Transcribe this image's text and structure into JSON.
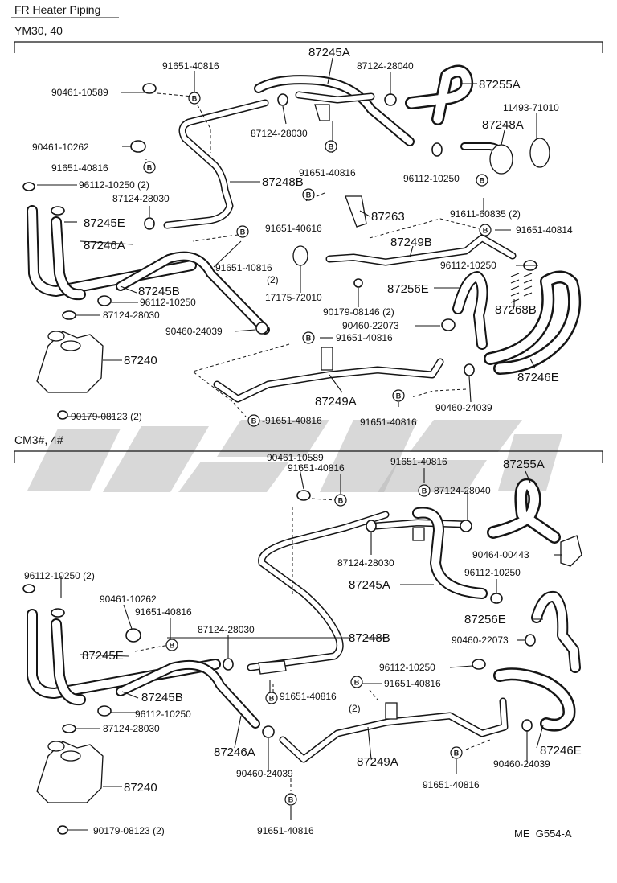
{
  "header": {
    "title": "FR Heater Piping",
    "section_top": "YM30, 40",
    "section_bottom": "CM3#, 4#"
  },
  "bolt_marker": "B",
  "footer": {
    "code": "ME  G554-A"
  },
  "labels_top": [
    "87245A",
    "91651-40816",
    "90461-10589",
    "87124-28040",
    "87255A",
    "11493-71010",
    "87248A",
    "87124-28030",
    "90461-10262",
    "91651-40816",
    "96112-10250 (2)",
    "87124-28030",
    "87248B",
    "91651-40816",
    "96112-10250",
    "87245E",
    "87263",
    "91651-40616",
    "91611-60835 (2)",
    "91651-40814",
    "87246A",
    "87249B",
    "91651-40816",
    "(2)",
    "96112-10250",
    "87245B",
    "96112-10250",
    "17175-72010",
    "87256E",
    "87268B",
    "87124-28030",
    "90179-08146 (2)",
    "90460-22073",
    "90460-24039",
    "91651-40816",
    "87240",
    "87246E",
    "87249A",
    "90460-24039",
    "91651-40816",
    "-91651-40816",
    "90179-08123 (2)"
  ],
  "labels_bottom": [
    "90461-10589",
    "91651-40816",
    "91651-40816",
    "87255A",
    "87124-28040",
    "90464-00443",
    "87124-28030",
    "87245A",
    "96112-10250",
    "96112-10250 (2)",
    "90461-10262",
    "91651-40816",
    "87124-28030",
    "87256E",
    "87248B",
    "90460-22073",
    "87245E",
    "96112-10250",
    "91651-40816",
    "91651-40816",
    "(2)",
    "87245B",
    "96112-10250",
    "87124-28030",
    "87246A",
    "87249A",
    "87246E",
    "90460-24039",
    "90460-24039",
    "91651-40816",
    "87240",
    "90179-08123 (2)",
    "91651-40816"
  ]
}
